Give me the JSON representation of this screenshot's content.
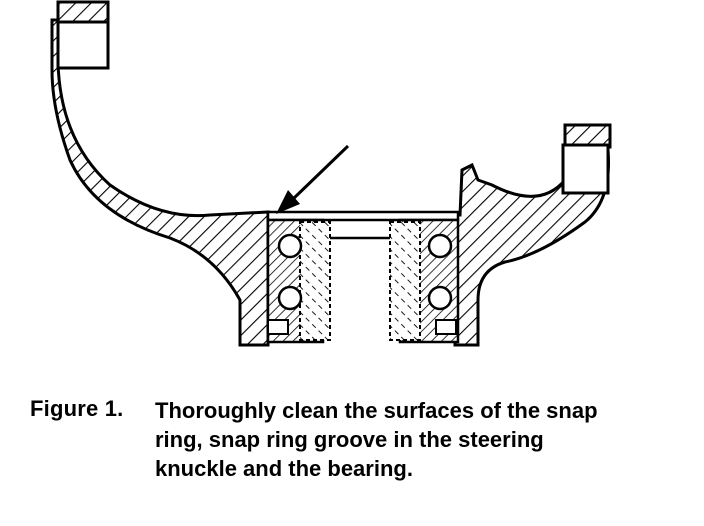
{
  "figure": {
    "label": "Figure 1.",
    "caption_lines": [
      "Thoroughly clean the surfaces of the snap",
      "ring, snap ring groove in the steering",
      "knuckle and the bearing."
    ]
  },
  "colors": {
    "ink": "#000000",
    "paper": "#ffffff"
  }
}
